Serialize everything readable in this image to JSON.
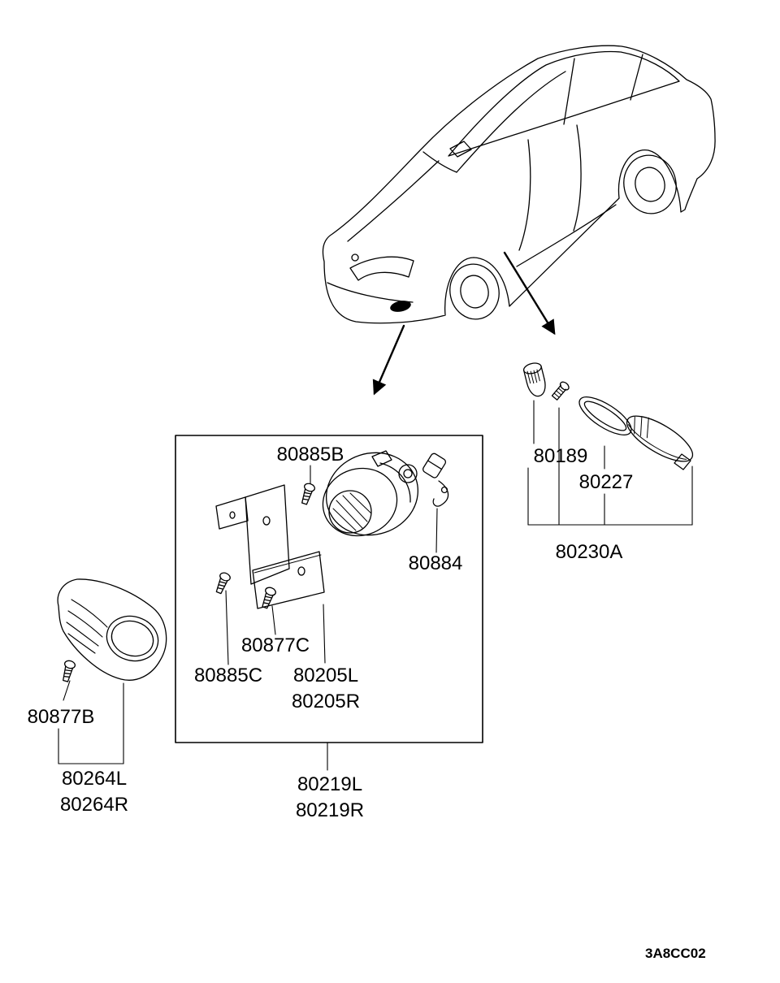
{
  "figure_code": "3A8CC02",
  "parts": {
    "screw_b": "80885B",
    "bulb_socket": "80884",
    "screw_c": "80877C",
    "screw_c2": "80885C",
    "foglamp_l": "80205L",
    "foglamp_r": "80205R",
    "assy_l": "80219L",
    "assy_r": "80219R",
    "screw_bezel": "80877B",
    "bezel_l": "80264L",
    "bezel_r": "80264R",
    "bulb": "80189",
    "gasket": "80227",
    "side_lamp_assy": "80230A"
  }
}
